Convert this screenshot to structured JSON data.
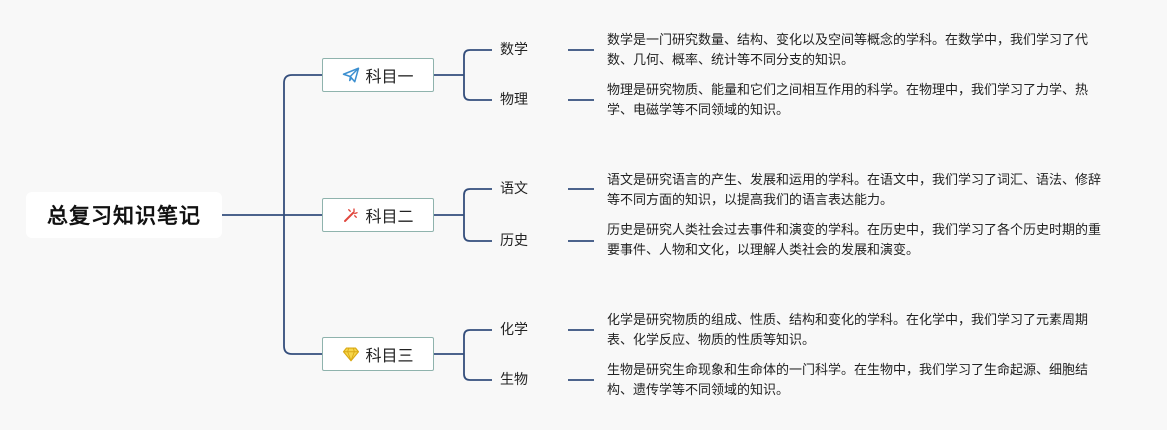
{
  "root": {
    "title": "总复习知识笔记"
  },
  "colors": {
    "connector": "#344e7c",
    "subject_border": "#8fb3ad",
    "background": "#f8f8f8"
  },
  "subjects": [
    {
      "label": "科目一",
      "icon": "paper-plane-icon",
      "topics": [
        {
          "name": "数学",
          "desc": "数学是一门研究数量、结构、变化以及空间等概念的学科。在数学中，我们学习了代数、几何、概率、统计等不同分支的知识。"
        },
        {
          "name": "物理",
          "desc": "物理是研究物质、能量和它们之间相互作用的科学。在物理中，我们学习了力学、热学、电磁学等不同领域的知识。"
        }
      ]
    },
    {
      "label": "科目二",
      "icon": "magic-wand-icon",
      "topics": [
        {
          "name": "语文",
          "desc": "语文是研究语言的产生、发展和运用的学科。在语文中，我们学习了词汇、语法、修辞等不同方面的知识，以提高我们的语言表达能力。"
        },
        {
          "name": "历史",
          "desc": "历史是研究人类社会过去事件和演变的学科。在历史中，我们学习了各个历史时期的重要事件、人物和文化，以理解人类社会的发展和演变。"
        }
      ]
    },
    {
      "label": "科目三",
      "icon": "diamond-icon",
      "topics": [
        {
          "name": "化学",
          "desc": "化学是研究物质的组成、性质、结构和变化的学科。在化学中，我们学习了元素周期表、化学反应、物质的性质等知识。"
        },
        {
          "name": "生物",
          "desc": "生物是研究生命现象和生命体的一门科学。在生物中，我们学习了生命起源、细胞结构、遗传学等不同领域的知识。"
        }
      ]
    }
  ]
}
